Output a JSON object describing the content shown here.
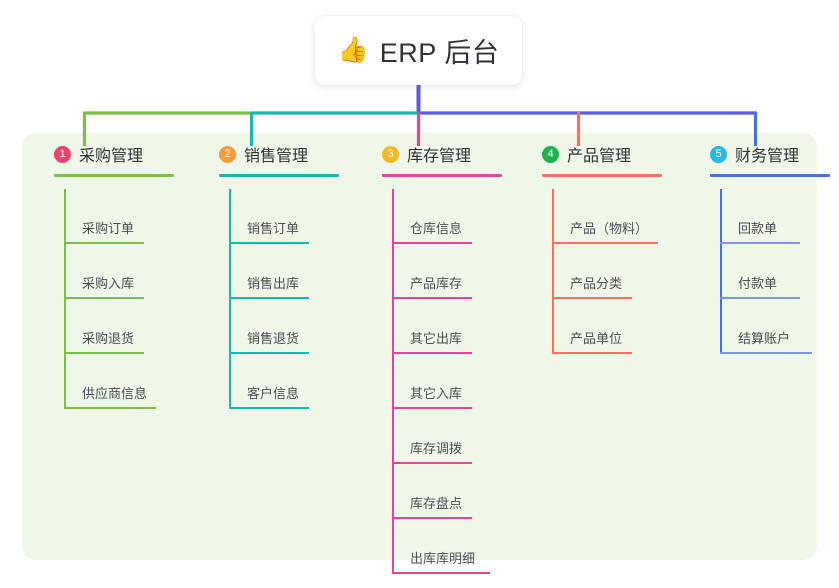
{
  "root": {
    "icon": "thumbs-up-icon",
    "emoji": "👍",
    "title": "ERP 后台"
  },
  "palette": {
    "canvas_background": "#ffffff",
    "panel_background": "#eef7e8",
    "title_card_background": "#ffffff",
    "trunk_line": "#5b5bd6",
    "text_primary": "#2f3338",
    "text_secondary": "#4a4f55"
  },
  "columns": [
    {
      "index": "1",
      "badge_number": "1",
      "badge_color": "#f0426b",
      "line_color": "#7cbf48",
      "title": "采购管理",
      "items": [
        "采购订单",
        "采购入库",
        "采购退货",
        "供应商信息"
      ]
    },
    {
      "index": "2",
      "badge_number": "2",
      "badge_color": "#f79a3c",
      "line_color": "#19b8ae",
      "title": "销售管理",
      "items": [
        "销售订单",
        "销售出库",
        "销售退货",
        "客户信息"
      ]
    },
    {
      "index": "3",
      "badge_number": "3",
      "badge_color": "#f5b821",
      "line_color": "#e0459a",
      "title": "库存管理",
      "items": [
        "仓库信息",
        "产品库存",
        "其它出库",
        "其它入库",
        "库存调拨",
        "库存盘点",
        "出库库明细"
      ]
    },
    {
      "index": "4",
      "badge_number": "4",
      "badge_color": "#20b24c",
      "line_color": "#f9705f",
      "title": "产品管理",
      "items": [
        "产品（物料）",
        "产品分类",
        "产品单位"
      ]
    },
    {
      "index": "5",
      "badge_number": "5",
      "badge_color": "#29b6e8",
      "line_color": "#4472d8",
      "title": "财务管理",
      "items": [
        "回款单",
        "付款单",
        "结算账户"
      ]
    }
  ]
}
